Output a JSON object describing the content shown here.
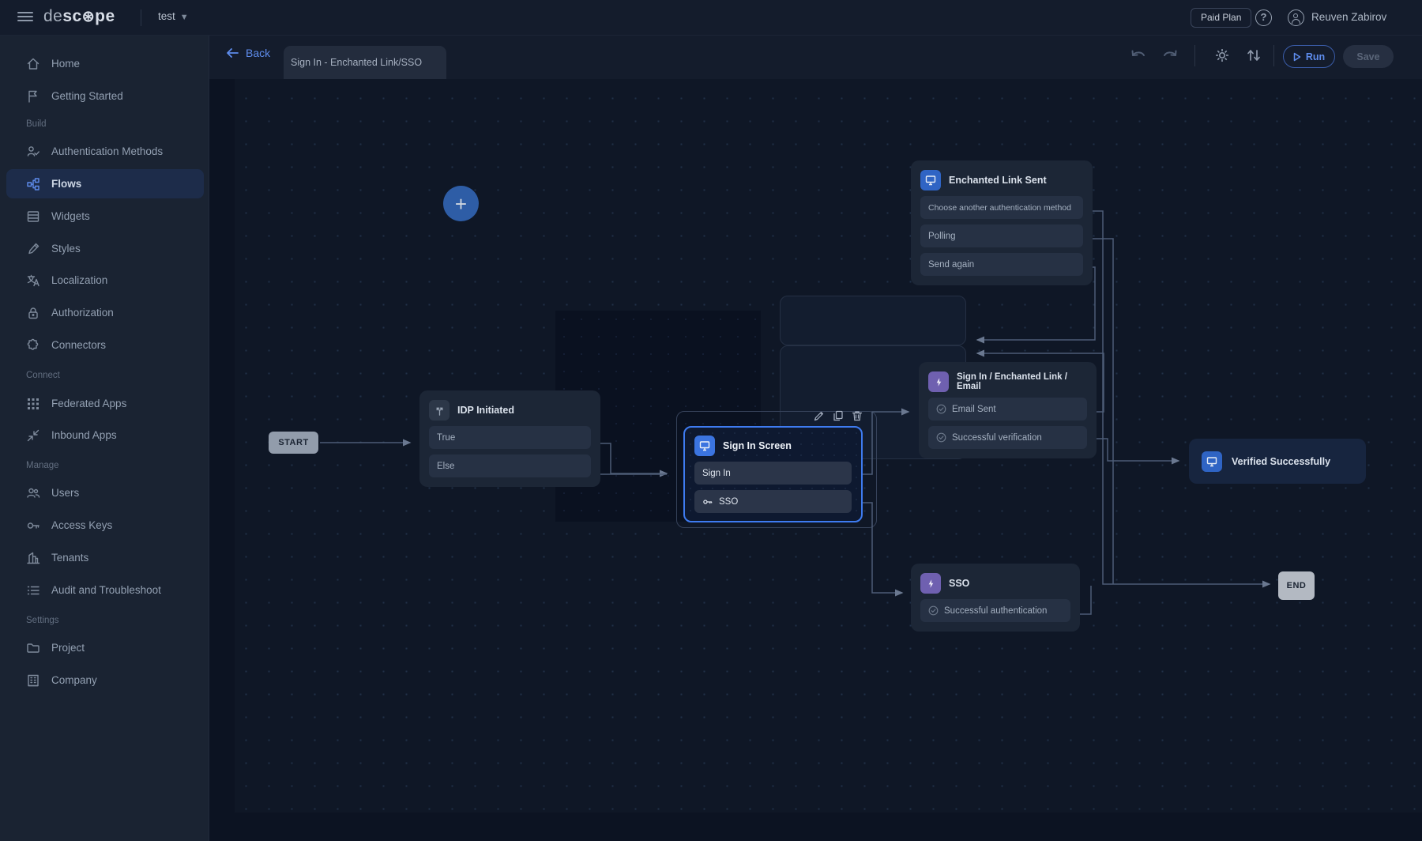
{
  "topbar": {
    "logo_de": "de",
    "logo_sc": "sc",
    "logo_o": "⊛",
    "logo_pe": "pe",
    "project": "test",
    "paid_plan": "Paid Plan",
    "help": "?",
    "user": "Reuven Zabirov"
  },
  "sidebar": {
    "primary": [
      {
        "icon": "home-icon",
        "label": "Home"
      },
      {
        "icon": "flag-icon",
        "label": "Getting Started"
      }
    ],
    "sections": [
      {
        "label": "Build",
        "items": [
          {
            "label": "Authentication Methods"
          },
          {
            "label": "Flows",
            "active": true
          },
          {
            "label": "Widgets"
          },
          {
            "label": "Styles"
          },
          {
            "label": "Localization"
          },
          {
            "label": "Authorization"
          },
          {
            "label": "Connectors"
          }
        ]
      },
      {
        "label": "Connect",
        "items": [
          {
            "label": "Federated Apps"
          },
          {
            "label": "Inbound Apps"
          }
        ]
      },
      {
        "label": "Manage",
        "items": [
          {
            "label": "Users"
          },
          {
            "label": "Access Keys"
          },
          {
            "label": "Tenants"
          },
          {
            "label": "Audit and Troubleshoot"
          }
        ]
      },
      {
        "label": "Settings",
        "items": [
          {
            "label": "Project"
          },
          {
            "label": "Company"
          }
        ]
      }
    ]
  },
  "toolbar": {
    "back": "Back",
    "tab": "Sign In - Enchanted Link/SSO",
    "run": "Run",
    "save": "Save"
  },
  "canvas": {
    "start": "START",
    "end": "END",
    "nodes": {
      "idp": {
        "title": "IDP Initiated",
        "rows": [
          "True",
          "Else"
        ]
      },
      "signin_screen": {
        "title": "Sign In Screen",
        "rows": [
          "Sign In",
          "SSO"
        ]
      },
      "enchanted": {
        "title": "Enchanted Link Sent",
        "rows": [
          "Choose another authentication method",
          "Polling",
          "Send again"
        ]
      },
      "email": {
        "title": "Sign In / Enchanted Link / Email",
        "rows": [
          "Email Sent",
          "Successful verification"
        ]
      },
      "sso": {
        "title": "SSO",
        "rows": [
          "Successful authentication"
        ]
      },
      "verified": {
        "title": "Verified Successfully"
      }
    }
  },
  "colors": {
    "accent_blue": "#3e7bf0",
    "icon_blue": "#3b74e0",
    "icon_purple": "#6f60b0",
    "topbar_bg": "#141c2c",
    "sidebar_bg": "#1a2332",
    "canvas_bg": "#0f1726",
    "node_bg": "#1c2636",
    "row_bg": "#263144",
    "edge": "#4d5c76",
    "start_end_bg": "#b3b9c2",
    "active_item_bg": "#1d2c4a"
  }
}
